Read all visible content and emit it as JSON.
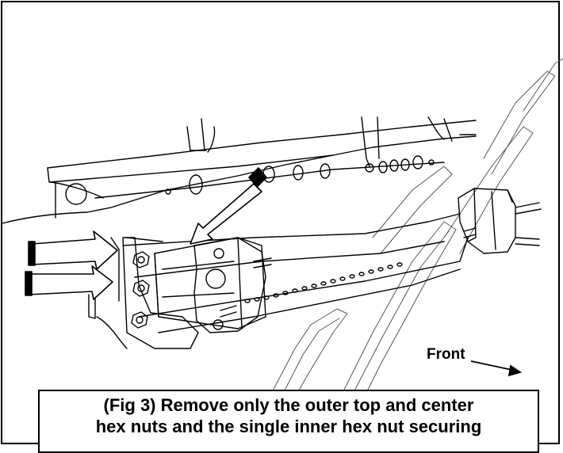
{
  "figure": {
    "front_label": "Front",
    "caption_line1": "(Fig 3) Remove only the outer top and center",
    "caption_line2": "hex nuts and the single inner hex nut securing"
  },
  "colors": {
    "line": "#000000",
    "arrow_fill": "#ffffff",
    "arrow_cap": "#000000",
    "watermark": "#555555",
    "background": "#ffffff"
  }
}
